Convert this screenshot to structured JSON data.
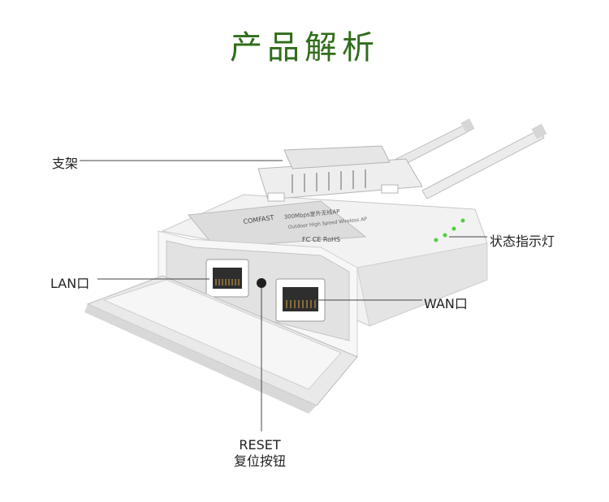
{
  "title": "产品解析",
  "labels": {
    "bracket": "支架",
    "lan": "LAN口",
    "wan": "WAN口",
    "status_lights": "状态指示灯",
    "reset_line1": "RESET",
    "reset_line2": "复位按钮"
  },
  "device": {
    "brand": "COMFAST",
    "model_line1": "300Mbps室外无线AP",
    "model_line2": "Outdoor High Speed Wireless AP",
    "certification": "FC CE RoHS"
  },
  "colors": {
    "title": "#2f6d1a",
    "led": "#4cd23a"
  }
}
